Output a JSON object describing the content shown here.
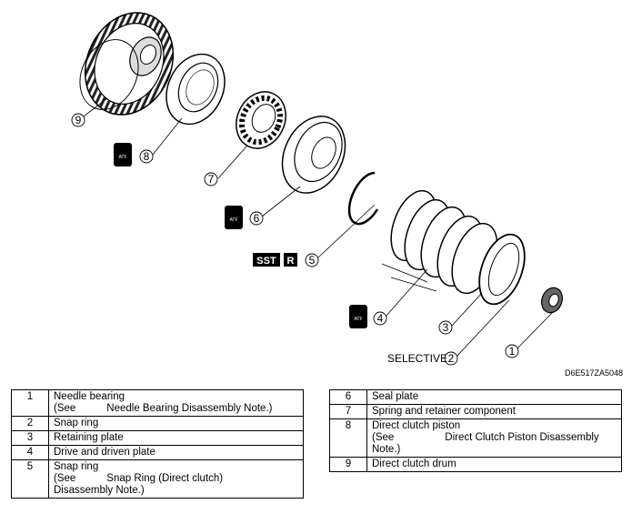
{
  "diagram": {
    "figure_code": "D6E517ZA5048",
    "callouts": {
      "c1": "1",
      "c2": "2",
      "c3": "3",
      "c4": "4",
      "c5": "5",
      "c6": "6",
      "c7": "7",
      "c8": "8",
      "c9": "9"
    },
    "badges": {
      "sst": "SST",
      "r": "R",
      "atf": "ATF"
    },
    "selective_label": "SELECTIVE"
  },
  "parts_left": [
    {
      "num": "1",
      "name": "Needle bearing",
      "ref_prefix": "(See",
      "ref_text": "Needle Bearing Disassembly Note.)"
    },
    {
      "num": "2",
      "name": "Snap ring"
    },
    {
      "num": "3",
      "name": "Retaining plate"
    },
    {
      "num": "4",
      "name": "Drive and driven plate"
    },
    {
      "num": "5",
      "name": "Snap ring",
      "ref_prefix": "(See",
      "ref_text": "Snap Ring (Direct clutch)",
      "ref_text2": "Disassembly Note.)"
    }
  ],
  "parts_right": [
    {
      "num": "6",
      "name": "Seal plate"
    },
    {
      "num": "7",
      "name": "Spring and retainer component"
    },
    {
      "num": "8",
      "name": "Direct clutch piston",
      "ref_prefix": "(See",
      "ref_text": "Direct Clutch Piston Disassembly",
      "ref_text2": "Note.)"
    },
    {
      "num": "9",
      "name": "Direct clutch drum"
    }
  ]
}
